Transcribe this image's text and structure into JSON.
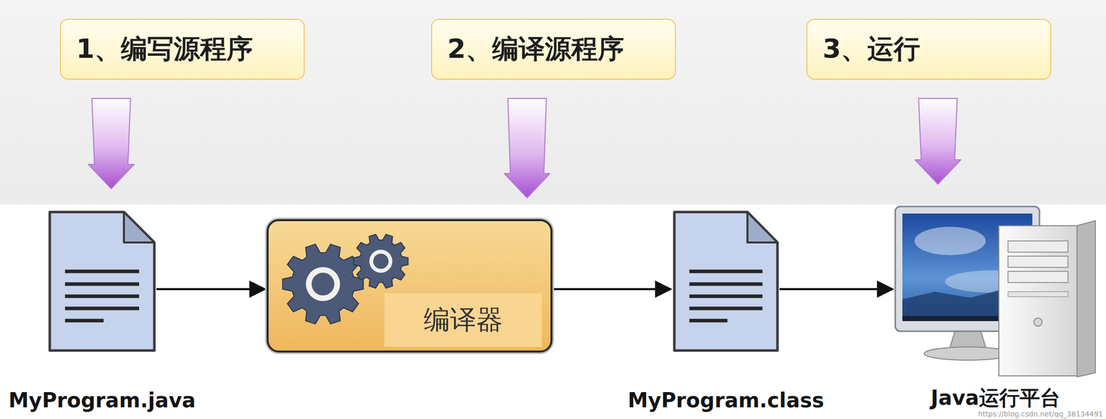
{
  "diagram": {
    "nodes": [
      {
        "text": [
          "1、编写源程序"
        ]
      },
      {
        "text": [
          "2、编译源程序"
        ]
      },
      {
        "text": [
          "3、运行"
        ]
      },
      {
        "text": [
          "MyProgram.java"
        ]
      },
      {
        "text": [
          "编译器"
        ]
      },
      {
        "text": [
          "MyProgram.class"
        ]
      },
      {
        "text": [
          "Java运行平台"
        ]
      }
    ],
    "edges": [
      {
        "from": 0,
        "to": 3,
        "arrow": "to"
      },
      {
        "from": 1,
        "to": 4,
        "arrow": "to"
      },
      {
        "from": 2,
        "to": 6,
        "arrow": "to"
      },
      {
        "from": 3,
        "to": 4,
        "arrow": "to"
      },
      {
        "from": 4,
        "to": 5,
        "arrow": "to"
      },
      {
        "from": 5,
        "to": 6,
        "arrow": "to"
      }
    ],
    "labels": [
      "https://blog.csdn.net/qq_38134491"
    ]
  }
}
